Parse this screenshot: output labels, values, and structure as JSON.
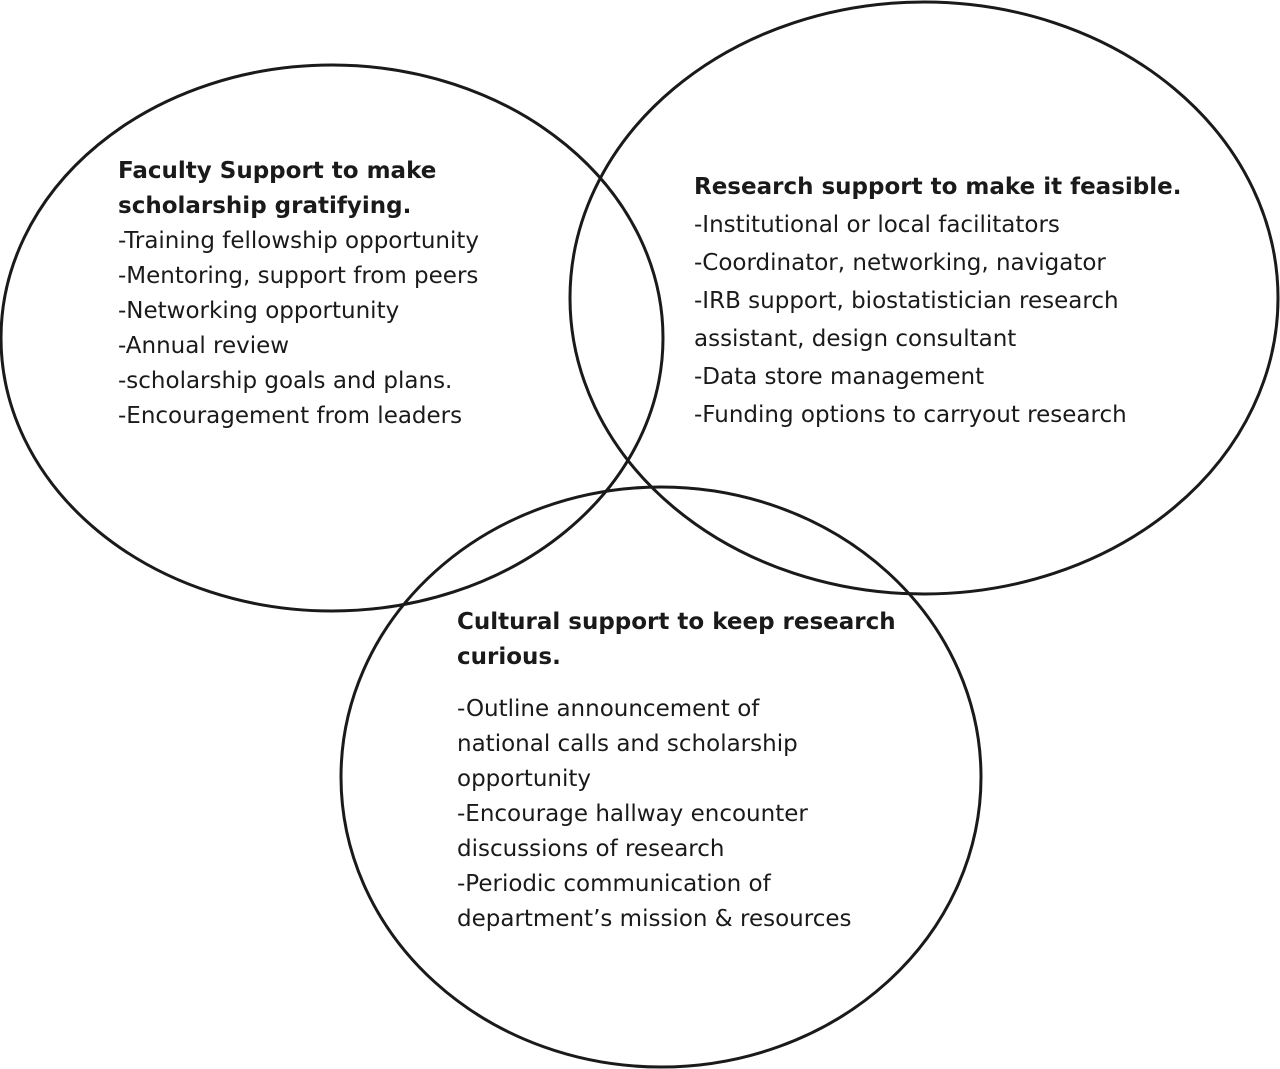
{
  "circles": [
    {
      "id": "faculty",
      "title_lines": [
        "Faculty Support to make",
        "scholarship gratifying."
      ],
      "items": [
        "-Training fellowship opportunity",
        "-Mentoring, support from peers",
        "-Networking opportunity",
        "-Annual review",
        "-scholarship goals and plans.",
        "-Encouragement from leaders"
      ]
    },
    {
      "id": "research",
      "title_lines": [
        "Research support to make it feasible."
      ],
      "items": [
        "-Institutional or local facilitators",
        "-Coordinator, networking, navigator",
        "-IRB support, biostatistician research",
        "assistant, design consultant",
        "-Data store management",
        "-Funding options to carryout research"
      ]
    },
    {
      "id": "cultural",
      "title_lines": [
        "Cultural support to keep research",
        "curious."
      ],
      "items": [
        "-Outline announcement of",
        "national calls and scholarship",
        "opportunity",
        "-Encourage hallway encounter",
        "discussions of research",
        "-Periodic communication of",
        "department’s mission & resources"
      ]
    }
  ],
  "colors": {
    "stroke": "#1a1a1a",
    "background": "#ffffff"
  }
}
